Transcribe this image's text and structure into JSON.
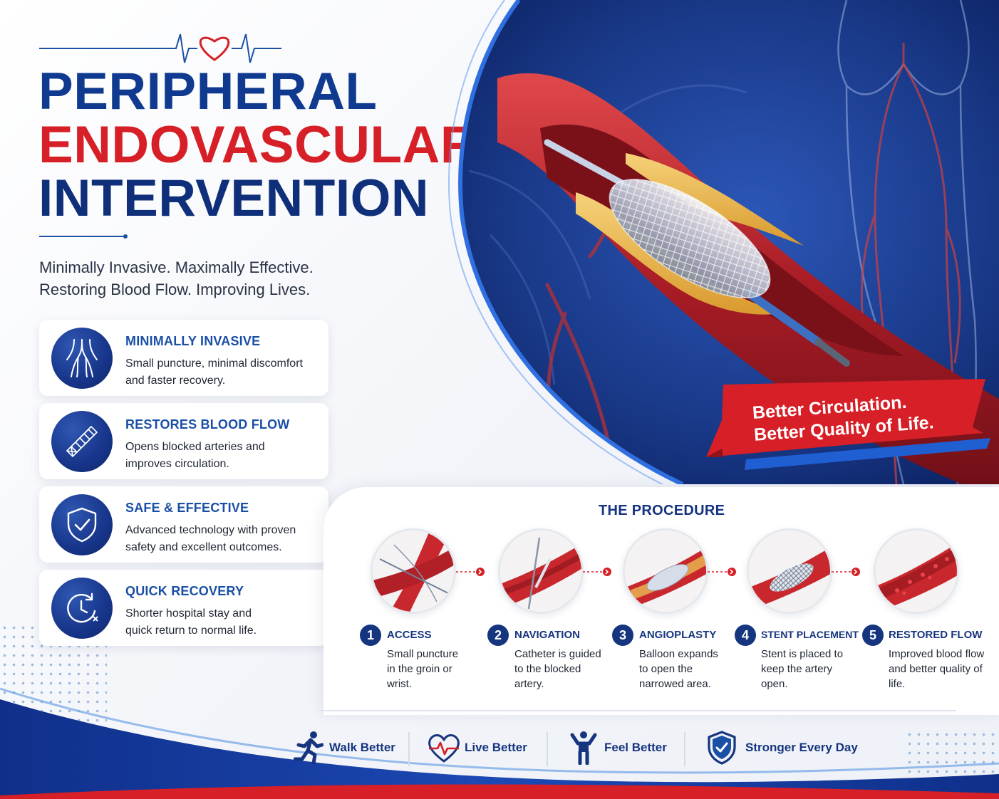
{
  "header": {
    "title_line1": "PERIPHERAL",
    "title_line2": "ENDOVASCULAR",
    "title_line3": "INTERVENTION",
    "tagline_line1": "Minimally Invasive. Maximally Effective.",
    "tagline_line2": "Restoring Blood Flow. Improving Lives."
  },
  "features": [
    {
      "icon": "blood-vessels-icon",
      "title": "MINIMALLY INVASIVE",
      "desc_line1": "Small puncture, minimal discomfort",
      "desc_line2": "and faster recovery."
    },
    {
      "icon": "stent-icon",
      "title": "RESTORES BLOOD FLOW",
      "desc_line1": "Opens blocked arteries and",
      "desc_line2": "improves circulation."
    },
    {
      "icon": "shield-check-icon",
      "title": "SAFE & EFFECTIVE",
      "desc_line1": "Advanced technology with proven",
      "desc_line2": "safety and excellent outcomes."
    },
    {
      "icon": "clock-icon",
      "title": "QUICK RECOVERY",
      "desc_line1": "Shorter hospital stay and",
      "desc_line2": "quick return to normal life."
    }
  ],
  "ribbon": {
    "line1": "Better Circulation.",
    "line2": "Better Quality of Life."
  },
  "procedure": {
    "title": "THE PROCEDURE",
    "steps": [
      {
        "number": "1",
        "name": "ACCESS",
        "desc": "Small puncture in the groin or wrist."
      },
      {
        "number": "2",
        "name": "NAVIGATION",
        "desc": "Catheter is guided to the blocked artery."
      },
      {
        "number": "3",
        "name": "ANGIOPLASTY",
        "desc": "Balloon expands to open the narrowed area."
      },
      {
        "number": "4",
        "name": "STENT PLACEMENT",
        "desc": "Stent is placed to keep the artery open."
      },
      {
        "number": "5",
        "name": "RESTORED FLOW",
        "desc": "Improved blood flow and better quality of life."
      }
    ]
  },
  "benefits": [
    {
      "icon": "running-person-icon",
      "label": "Walk Better"
    },
    {
      "icon": "heart-pulse-icon",
      "label": "Live Better"
    },
    {
      "icon": "person-arms-up-icon",
      "label": "Feel Better"
    },
    {
      "icon": "shield-check-icon",
      "label": "Stronger Every Day"
    }
  ],
  "colors": {
    "navy": "#0f2f7a",
    "royal_blue": "#1a4fa6",
    "red": "#d61f26",
    "hero_bg": "#1a3a8a"
  }
}
